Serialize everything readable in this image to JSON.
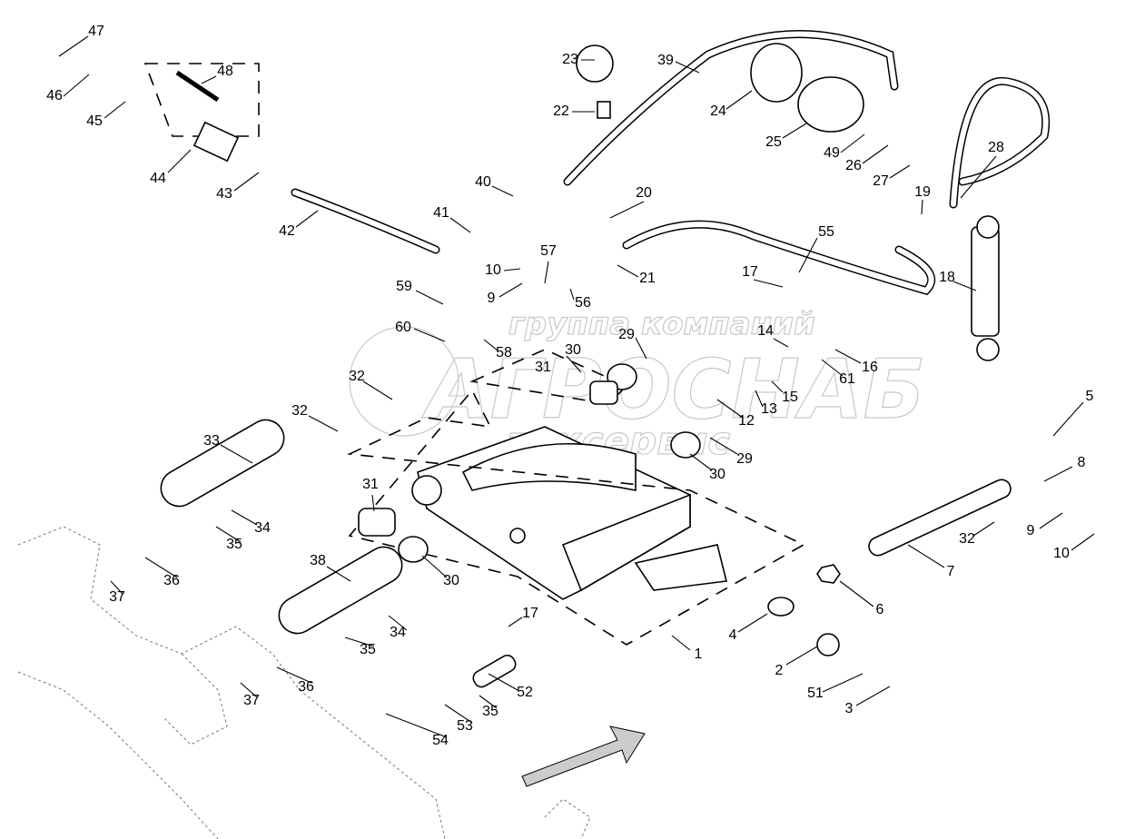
{
  "diagram": {
    "type": "exploded-parts-drawing",
    "watermark": {
      "line1": "группа компаний",
      "line2": "АГРОСНАБ",
      "line3": "техсервис"
    },
    "labels": [
      "47",
      "46",
      "48",
      "45",
      "44",
      "43",
      "42",
      "41",
      "40",
      "23",
      "39",
      "22",
      "24",
      "25",
      "49",
      "26",
      "27",
      "28",
      "20",
      "19",
      "55",
      "21",
      "10",
      "9",
      "57",
      "56",
      "18",
      "17",
      "59",
      "60",
      "58",
      "30",
      "29",
      "31",
      "14",
      "16",
      "61",
      "15",
      "13",
      "12",
      "32",
      "32",
      "29",
      "30",
      "5",
      "8",
      "9",
      "10",
      "32",
      "33",
      "31",
      "34",
      "35",
      "36",
      "37",
      "38",
      "30",
      "7",
      "6",
      "4",
      "1",
      "34",
      "35",
      "17",
      "36",
      "37",
      "52",
      "2",
      "35",
      "53",
      "51",
      "3",
      "54"
    ]
  }
}
